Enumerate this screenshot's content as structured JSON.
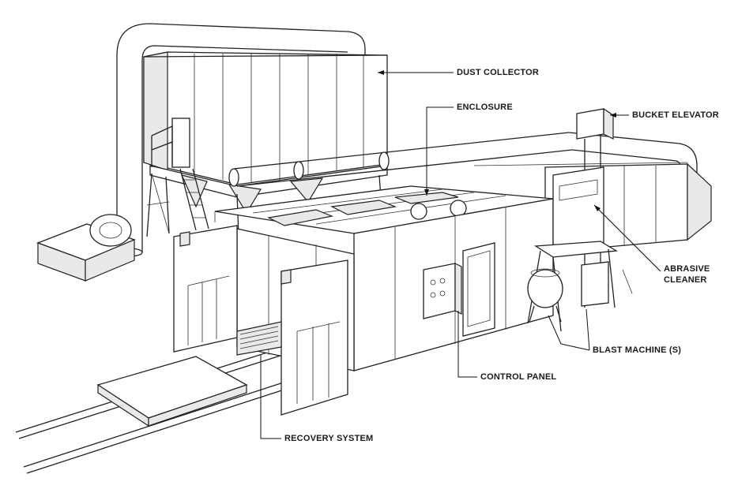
{
  "labels": {
    "dust_collector": "DUST COLLECTOR",
    "enclosure": "ENCLOSURE",
    "bucket_elevator": "BUCKET ELEVATOR",
    "abrasive_cleaner_line1": "ABRASIVE",
    "abrasive_cleaner_line2": "CLEANER",
    "blast_machines": "BLAST MACHINE (S)",
    "control_panel": "CONTROL PANEL",
    "recovery_system": "RECOVERY SYSTEM"
  },
  "colors": {
    "line": "#222222",
    "background": "#ffffff"
  }
}
